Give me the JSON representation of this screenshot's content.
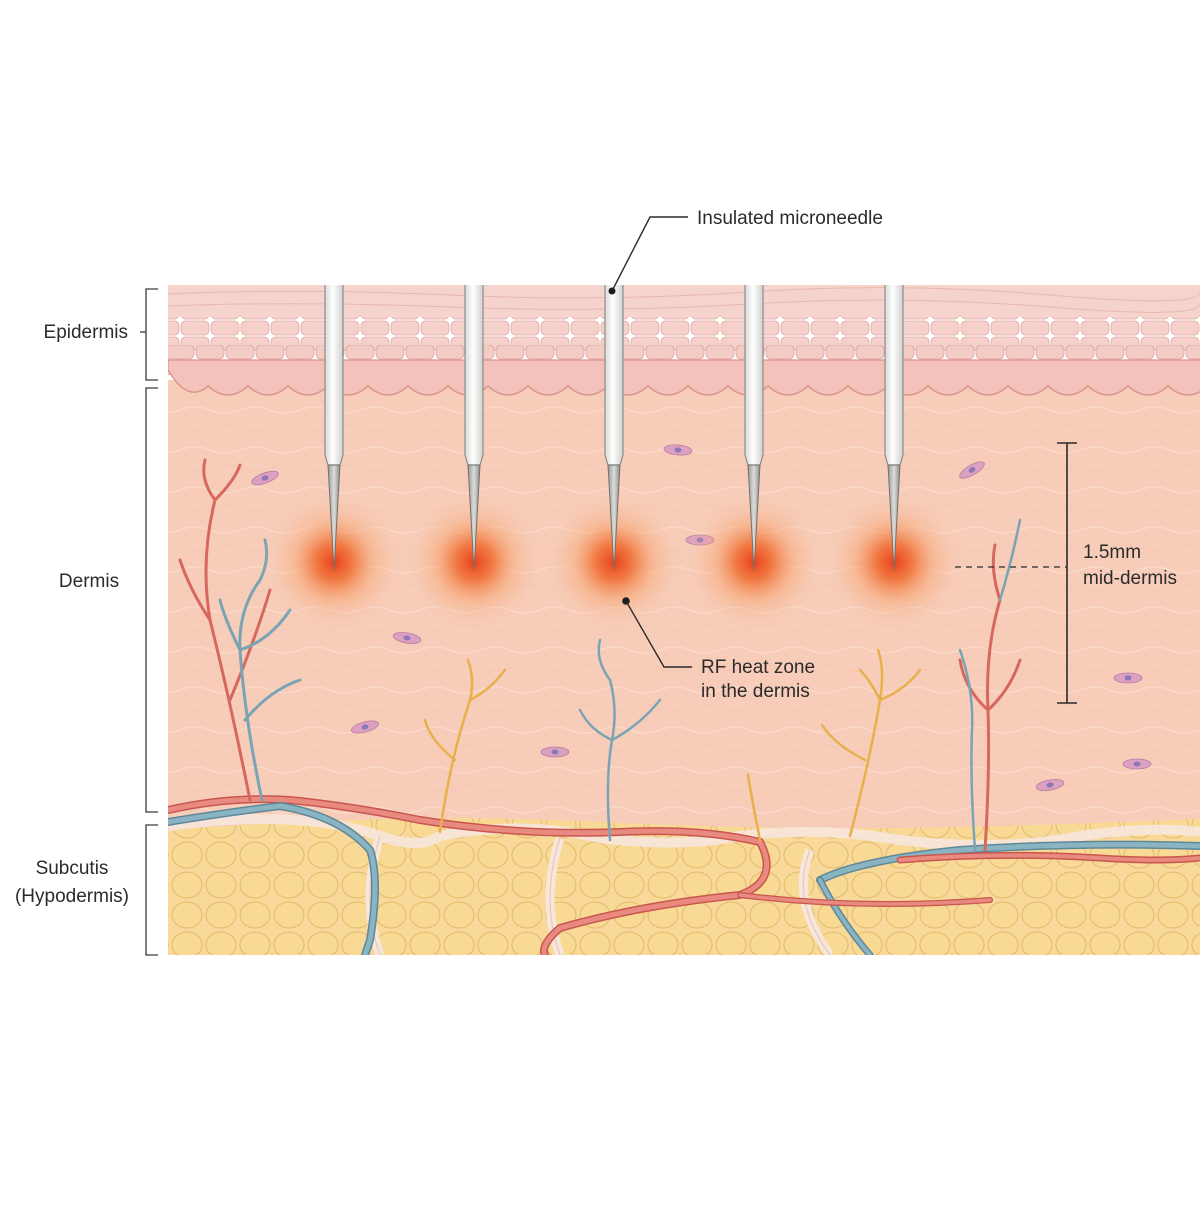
{
  "layers": {
    "epidermis": "Epidermis",
    "dermis": "Dermis",
    "subcutis_line1": "Subcutis",
    "subcutis_line2": "(Hypodermis)"
  },
  "callouts": {
    "needle": "Insulated microneedle",
    "heat_line1": "RF heat zone",
    "heat_line2": "in the dermis",
    "depth_line1": "1.5mm",
    "depth_line2": "mid-dermis"
  },
  "needles": {
    "count": 5
  },
  "colors": {
    "epidermis": "#f3c6c0",
    "dermis": "#f7cdb9",
    "fat": "#f6d48c",
    "artery": "#e0786e",
    "vein": "#7aa4b4",
    "nerve": "#e8b04a",
    "heat_core": "#e8401a",
    "needle": "#f4f4f2"
  }
}
